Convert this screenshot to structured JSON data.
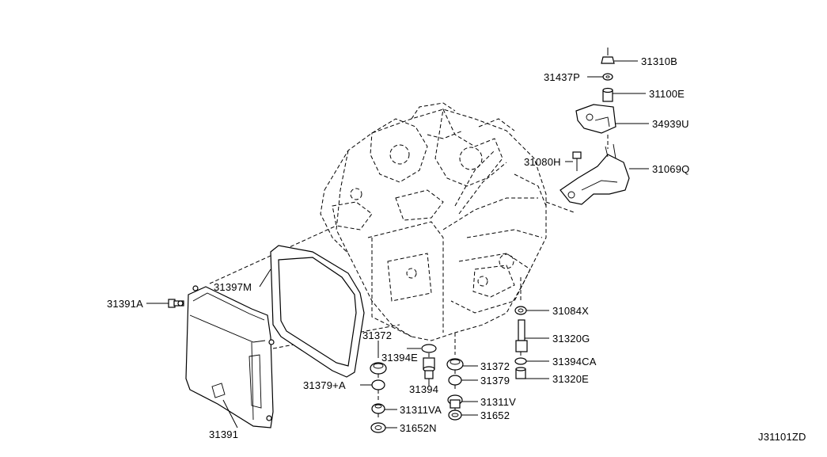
{
  "diagram_id": "J31101ZD",
  "parts": {
    "p31310B": "31310B",
    "p31437P": "31437P",
    "p31100E": "31100E",
    "p34939U": "34939U",
    "p31080H": "31080H",
    "p31069Q": "31069Q",
    "p31084X": "31084X",
    "p31320G": "31320G",
    "p31394CA": "31394CA",
    "p31320E": "31320E",
    "p31397M": "31397M",
    "p31391A": "31391A",
    "p31372a": "31372",
    "p31394E": "31394E",
    "p31372b": "31372",
    "p31379A": "31379+A",
    "p31394": "31394",
    "p31379": "31379",
    "p31311VA": "31311VA",
    "p31311V": "31311V",
    "p31652N": "31652N",
    "p31652": "31652",
    "p31391": "31391"
  }
}
